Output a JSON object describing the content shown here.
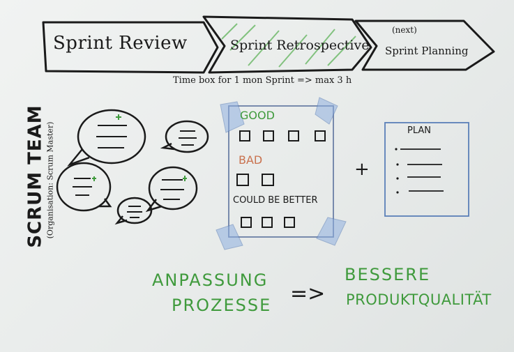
{
  "process": {
    "step1": "Sprint Review",
    "step2": "Sprint Retrospective",
    "step3_prefix": "(next)",
    "step3": "Sprint Planning",
    "timebox": "Time box for 1 mon Sprint => max 3 h"
  },
  "team": {
    "title": "SCRUM TEAM",
    "subtitle": "(Organisation: Scrum Master)"
  },
  "board": {
    "good": "GOOD",
    "bad": "BAD",
    "better": "COULD BE BETTER"
  },
  "plus": "+",
  "plan": {
    "title": "PLAN"
  },
  "bottom": {
    "left_line1": "ANPASSUNG",
    "left_line2": "PROZESSE",
    "arrow": "=>",
    "right_line1": "BESSERE",
    "right_line2": "PRODUKTQUALITÄT"
  },
  "colors": {
    "ink": "#1a1a1a",
    "green": "#3f9a3c",
    "red": "#c9724f",
    "blue_tape": "#5a7fb8"
  }
}
